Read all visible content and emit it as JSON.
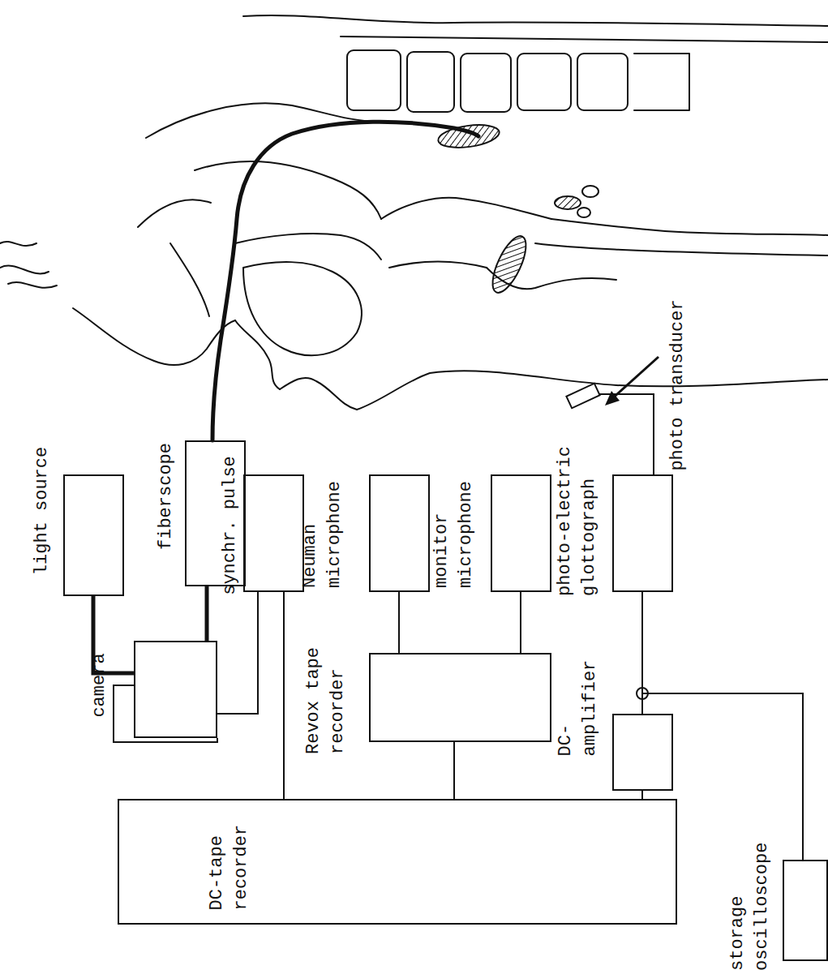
{
  "diagram": {
    "nodes": [
      {
        "text": [
          "light source"
        ]
      },
      {
        "text": [
          "camera"
        ]
      },
      {
        "text": [
          "fiberscope"
        ]
      },
      {
        "text": [
          "synchr. pulse"
        ]
      },
      {
        "text": [
          "Neuman microphone"
        ]
      },
      {
        "text": [
          "monitor microphone"
        ]
      },
      {
        "text": [
          "photo-electric glottograph"
        ]
      },
      {
        "text": [
          "Revox tape recorder"
        ]
      },
      {
        "text": [
          "DC-amplifier"
        ]
      },
      {
        "text": [
          "DC-tape recorder"
        ]
      },
      {
        "text": [
          "storage oscilloscope"
        ]
      }
    ],
    "edges": [
      {
        "from": 0,
        "to": 1,
        "arrow": "none"
      },
      {
        "from": 1,
        "to": 2,
        "arrow": "none"
      },
      {
        "from": 3,
        "to": 1,
        "arrow": "none"
      },
      {
        "from": 3,
        "to": 9,
        "arrow": "none"
      },
      {
        "from": 4,
        "to": 7,
        "arrow": "none"
      },
      {
        "from": 5,
        "to": 7,
        "arrow": "none"
      },
      {
        "from": 7,
        "to": 9,
        "arrow": "none"
      },
      {
        "from": 6,
        "to": 8,
        "arrow": "none"
      },
      {
        "from": 6,
        "to": 10,
        "arrow": "none"
      },
      {
        "from": 8,
        "to": 9,
        "arrow": "none"
      }
    ],
    "labels": [
      "photo transducer"
    ]
  }
}
